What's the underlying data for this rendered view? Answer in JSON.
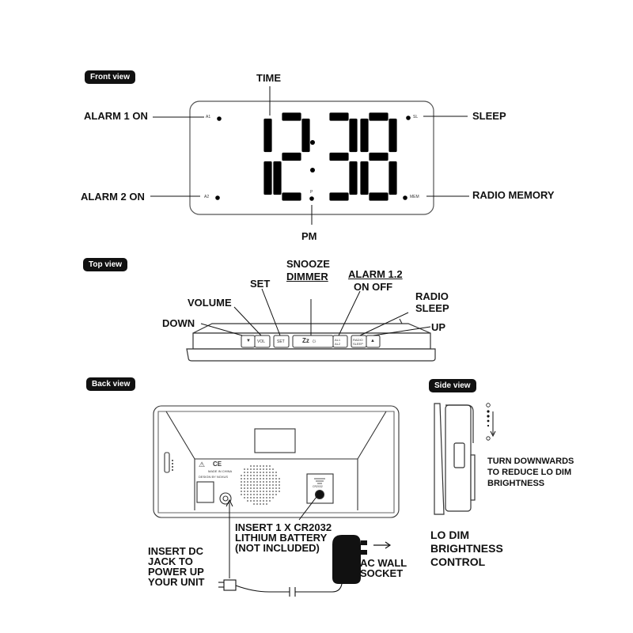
{
  "sections": {
    "front": "Front view",
    "top": "Top view",
    "back": "Back view",
    "side": "Side view"
  },
  "front": {
    "time": "TIME",
    "alarm1": "ALARM 1 ON",
    "alarm2": "ALARM 2 ON",
    "sleep": "SLEEP",
    "radio_memory": "RADIO MEMORY",
    "pm": "PM",
    "display_time": "12:38",
    "ind_a1": "A1",
    "ind_a2": "A2",
    "ind_sl": "SL",
    "ind_mem": "MEM",
    "ind_p": "P"
  },
  "top": {
    "snooze_line1": "SNOOZE",
    "snooze_line2": "DIMMER",
    "set": "SET",
    "alarm_line1": "ALARM 1.2",
    "alarm_line2": "ON OFF",
    "volume": "VOLUME",
    "radio_line1": "RADIO",
    "radio_line2": "SLEEP",
    "down": "DOWN",
    "up": "UP",
    "btn_down": "▼",
    "btn_vol": "VOL",
    "btn_set": "SET",
    "btn_snooze": "Zz ☼",
    "btn_alarm": "AL1 AL2",
    "btn_radio": "RADIO SLEEP",
    "btn_up": "▲"
  },
  "back": {
    "battery": "INSERT 1 X CR2032 LITHIUM BATTERY (NOT INCLUDED)",
    "dc_jack": "INSERT DC JACK TO POWER UP YOUR UNIT",
    "ac_socket": "AC WALL SOCKET",
    "ce": "CE",
    "made_in": "MADE IN CHINA",
    "design": "DESIGN BY NOXUS",
    "battery_door": "CR2032"
  },
  "side": {
    "turn": "TURN DOWNWARDS TO REDUCE LO DIM BRIGHTNESS",
    "control": "LO DIM BRIGHTNESS CONTROL"
  }
}
